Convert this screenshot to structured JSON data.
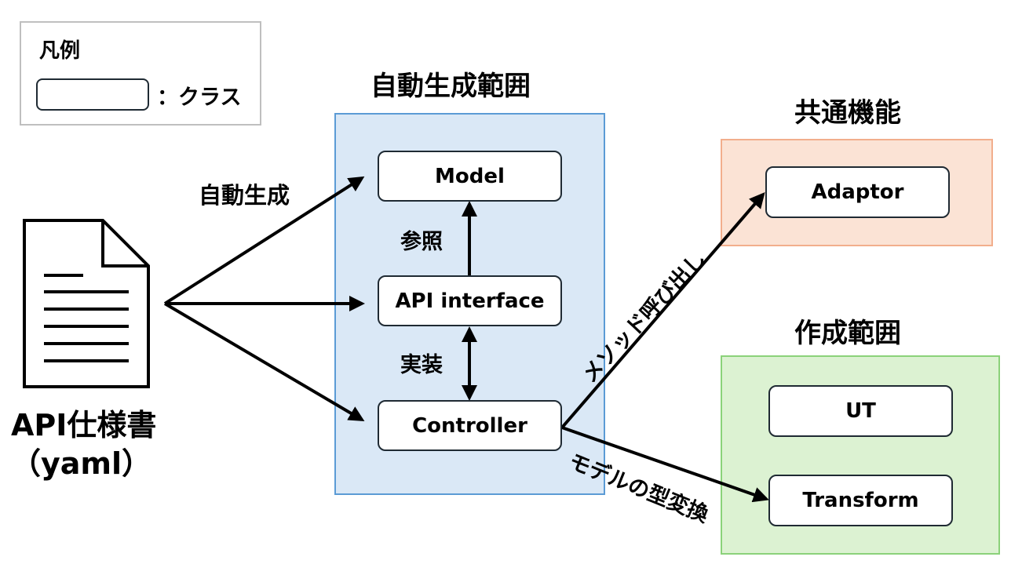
{
  "legend": {
    "title": "凡例",
    "class_label": "：クラス"
  },
  "regions": {
    "auto_generated": {
      "title": "自動生成範囲",
      "color": "#dae8f6",
      "border": "#5b9bd5"
    },
    "common": {
      "title": "共通機能",
      "color": "#fbe3d5",
      "border": "#f2ae8c"
    },
    "created": {
      "title": "作成範囲",
      "color": "#dcf2d2",
      "border": "#8bd27a"
    }
  },
  "classes": {
    "model": "Model",
    "api_interface": "API interface",
    "controller": "Controller",
    "adaptor": "Adaptor",
    "ut": "UT",
    "transform": "Transform"
  },
  "spec": {
    "title": "API仕様書",
    "subtitle": "（yaml）"
  },
  "edges": {
    "auto_generate": "自動生成",
    "reference": "参照",
    "implement": "実装",
    "method_call": "メソッド呼び出し",
    "model_conversion": "モデルの型変換"
  }
}
